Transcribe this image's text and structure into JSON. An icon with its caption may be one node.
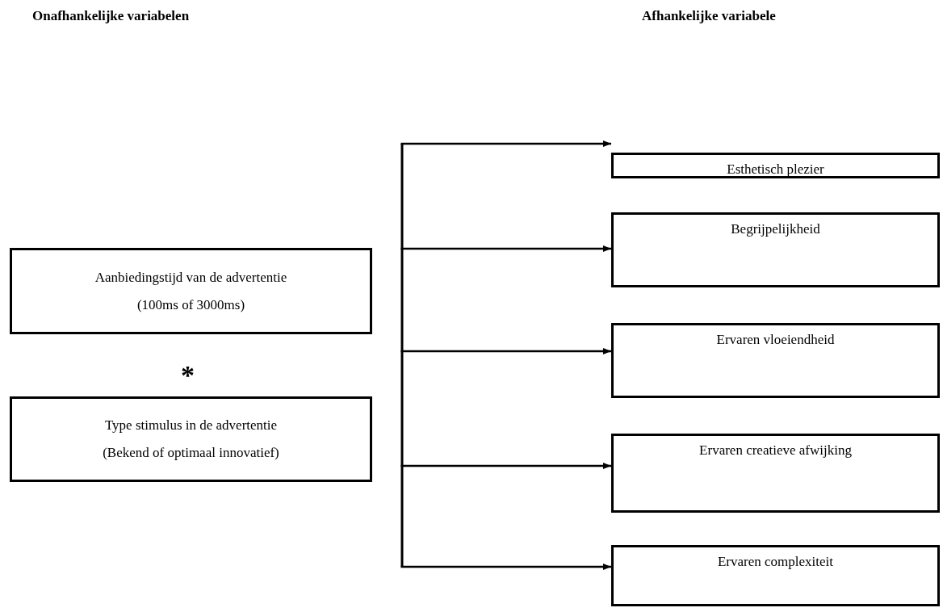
{
  "diagram": {
    "nodes": [
      {
        "text": [
          "Aanbiedingstijd van de advertentie",
          "(100ms of 3000ms)"
        ]
      },
      {
        "text": [
          "Type stimulus in de advertentie",
          "(Bekend of optimaal innovatief)"
        ]
      },
      {
        "text": [
          "Esthetisch plezier"
        ]
      },
      {
        "text": [
          "Begrijpelijkheid"
        ]
      },
      {
        "text": [
          "Ervaren vloeiendheid"
        ]
      },
      {
        "text": [
          "Ervaren creatieve afwijking"
        ]
      },
      {
        "text": [
          "Ervaren complexiteit"
        ]
      }
    ],
    "edges": [
      {
        "from": null,
        "to": 2,
        "arrow": "to"
      },
      {
        "from": null,
        "to": 3,
        "arrow": "to"
      },
      {
        "from": null,
        "to": 4,
        "arrow": "to"
      },
      {
        "from": null,
        "to": 5,
        "arrow": "to"
      },
      {
        "from": null,
        "to": 6,
        "arrow": "to"
      }
    ],
    "labels": [
      "Onafhankelijke variabelen",
      "Afhankelijke variabele",
      "*"
    ]
  }
}
